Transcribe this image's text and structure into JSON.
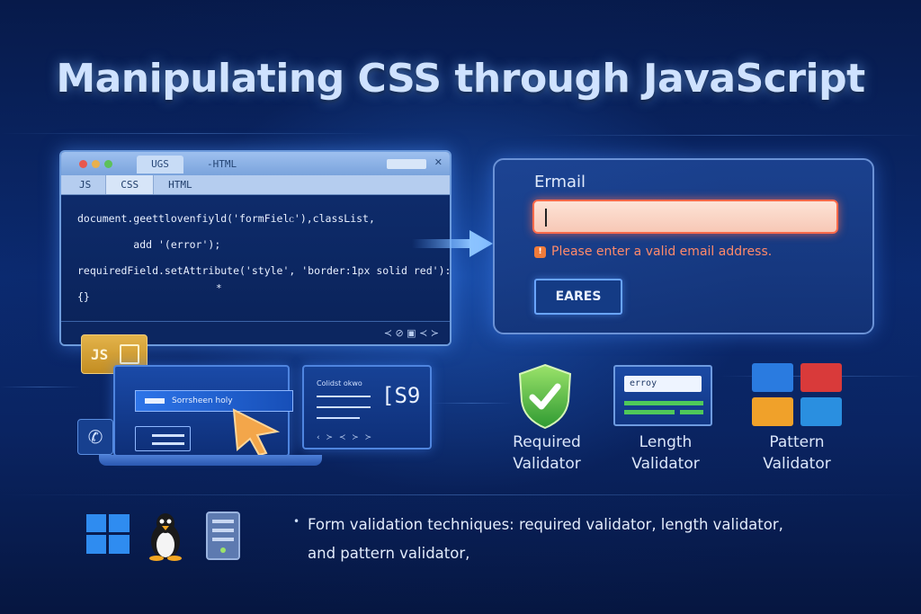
{
  "title": "Manipulating CSS through JavaScript",
  "editor": {
    "window_tab_a": "UGS",
    "window_tab_b": "-HTML",
    "tabs": [
      "JS",
      "CSS",
      "HTML"
    ],
    "code_lines": [
      "document.geettlovenfiyld('formFielᴄ'),classList,",
      "         add '(error');",
      "requiredField.setAttribute('style', 'border:1px solid red'):",
      "{}"
    ],
    "asterisk": "*",
    "status_glyphs": "≺ ⊘ ▣ ≺ ≻"
  },
  "form": {
    "label": "Ermail",
    "input_value": "",
    "error_icon": "!",
    "error_message": "Please enter a valid email address.",
    "button_label": "EARES"
  },
  "illustration": {
    "js_badge": "JS",
    "laptop_bar_text": "Sorrsheen holy",
    "css_card_title": "Colidst okwo",
    "css_card_big": "[S9",
    "css_card_foot": "‹ ≻ ≺ ≻ ≻"
  },
  "validators": [
    {
      "label_line1": "Required",
      "label_line2": "Validator",
      "icon": "shield-check-icon"
    },
    {
      "label_line1": "Length",
      "label_line2": "Validator",
      "icon": "length-field-icon",
      "sample": "erroy"
    },
    {
      "label_line1": "Pattern",
      "label_line2": "Validator",
      "icon": "pattern-grid-icon"
    }
  ],
  "bullet": {
    "line1": "Form validation techniques: required validator, length validator,",
    "line2": "and pattern validator,"
  },
  "colors": {
    "accent": "#4f85df",
    "error": "#ff6a4a",
    "success": "#4fc95a",
    "badge": "#e3b34a"
  }
}
